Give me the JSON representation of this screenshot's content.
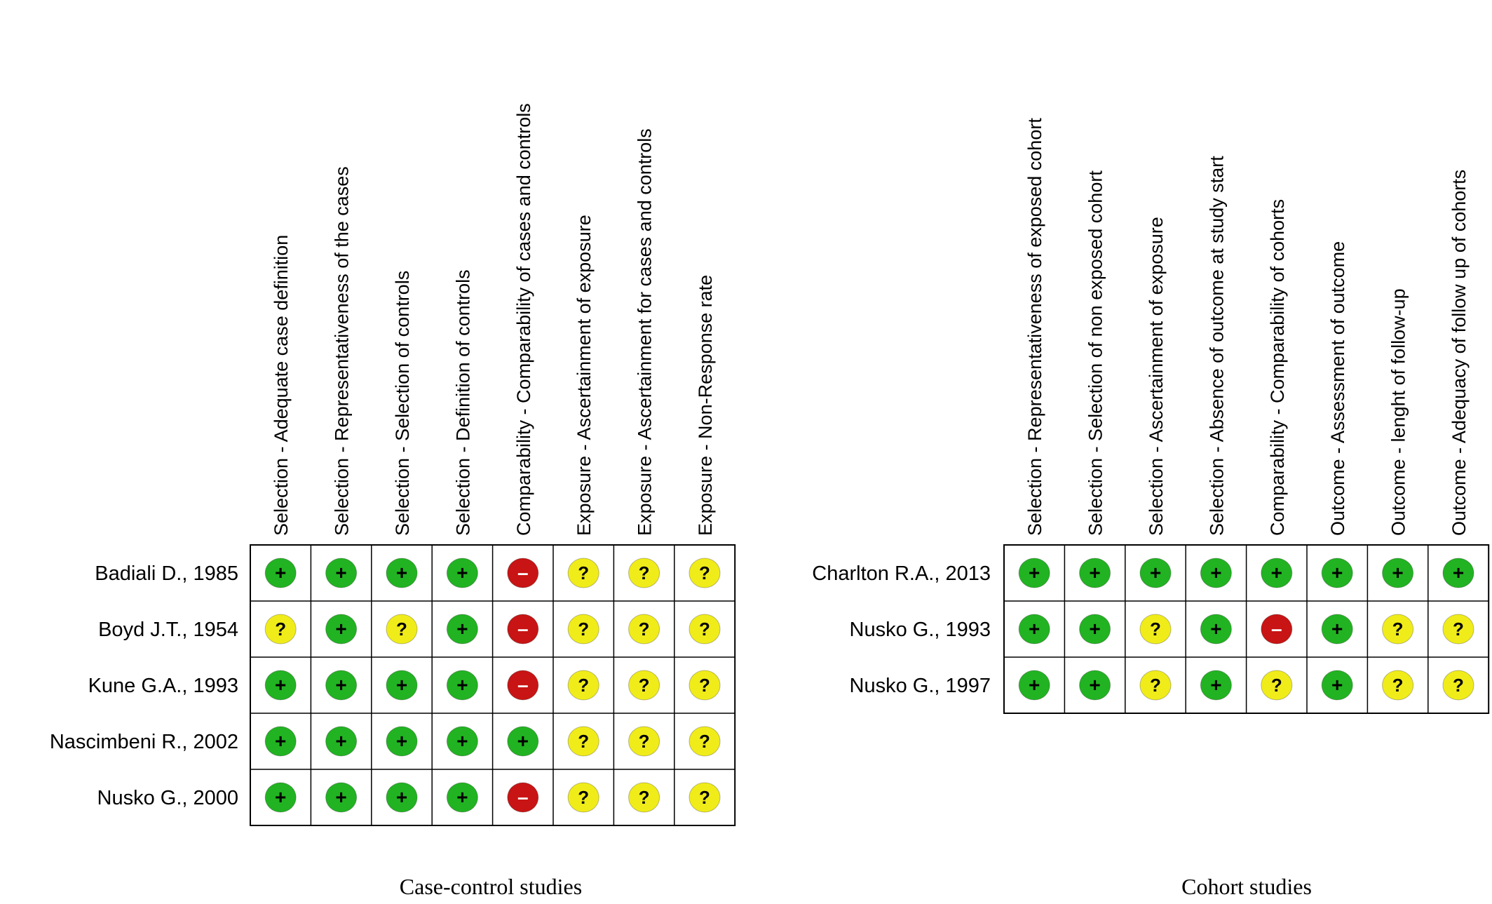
{
  "symbols": {
    "low": {
      "glyph": "+",
      "color": "#22b322"
    },
    "unclear": {
      "glyph": "?",
      "color": "#f0ec1a"
    },
    "high": {
      "glyph": "–",
      "color": "#c81414"
    }
  },
  "panels": [
    {
      "id": "case-control",
      "caption": "Case-control studies",
      "columns": [
        "Selection - Adequate case definition",
        "Selection - Representativeness of the cases",
        "Selection - Selection of controls",
        "Selection - Definition of controls",
        "Comparability - Comparability of cases and controls",
        "Exposure - Ascertainment of exposure",
        "Exposure - Ascertainment for cases and controls",
        "Exposure - Non-Response rate"
      ],
      "rows": [
        {
          "study": "Badiali D., 1985",
          "ratings": [
            "low",
            "low",
            "low",
            "low",
            "high",
            "unclear",
            "unclear",
            "unclear"
          ]
        },
        {
          "study": "Boyd J.T., 1954",
          "ratings": [
            "unclear",
            "low",
            "unclear",
            "low",
            "high",
            "unclear",
            "unclear",
            "unclear"
          ]
        },
        {
          "study": "Kune G.A., 1993",
          "ratings": [
            "low",
            "low",
            "low",
            "low",
            "high",
            "unclear",
            "unclear",
            "unclear"
          ]
        },
        {
          "study": "Nascimbeni R., 2002",
          "ratings": [
            "low",
            "low",
            "low",
            "low",
            "low",
            "unclear",
            "unclear",
            "unclear"
          ]
        },
        {
          "study": "Nusko G., 2000",
          "ratings": [
            "low",
            "low",
            "low",
            "low",
            "high",
            "unclear",
            "unclear",
            "unclear"
          ]
        }
      ]
    },
    {
      "id": "cohort",
      "caption": "Cohort studies",
      "columns": [
        "Selection - Representativeness of exposed cohort",
        "Selection - Selection of non exposed cohort",
        "Selection - Ascertainment of exposure",
        "Selection - Absence of outcome at study start",
        "Comparability - Comparability of cohorts",
        "Outcome - Assessment of outcome",
        "Outcome - lenght of follow-up",
        "Outcome - Adequacy of follow up of cohorts"
      ],
      "rows": [
        {
          "study": "Charlton R.A., 2013",
          "ratings": [
            "low",
            "low",
            "low",
            "low",
            "low",
            "low",
            "low",
            "low"
          ]
        },
        {
          "study": "Nusko G., 1993",
          "ratings": [
            "low",
            "low",
            "unclear",
            "low",
            "high",
            "low",
            "unclear",
            "unclear"
          ]
        },
        {
          "study": "Nusko G., 1997",
          "ratings": [
            "low",
            "low",
            "unclear",
            "low",
            "unclear",
            "low",
            "unclear",
            "unclear"
          ]
        }
      ]
    }
  ]
}
